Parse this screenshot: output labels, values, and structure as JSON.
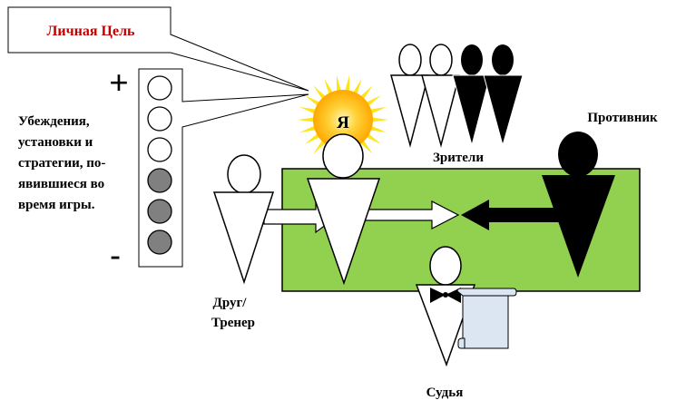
{
  "goal_label": "Личная Цель",
  "plus_sign": "+",
  "minus_sign": "-",
  "beliefs_lines": [
    "Убеждения,",
    "установки и",
    "стратегии, по-",
    "явившиеся во",
    "время игры."
  ],
  "self_label": "Я",
  "spectators_label": "Зрители",
  "opponent_label": "Противник",
  "friend_label_lines": [
    "Друг/",
    "Тренер"
  ],
  "referee_label": "Судья",
  "colors": {
    "field": "#92d050",
    "goal_text": "#c00000",
    "sun_core": "#ffc000",
    "sun_rays": "#ffe000",
    "stored_belief": "#808080",
    "scroll": "#dce6f2"
  },
  "belief_states": [
    "open",
    "open",
    "open",
    "filled",
    "filled",
    "filled"
  ]
}
